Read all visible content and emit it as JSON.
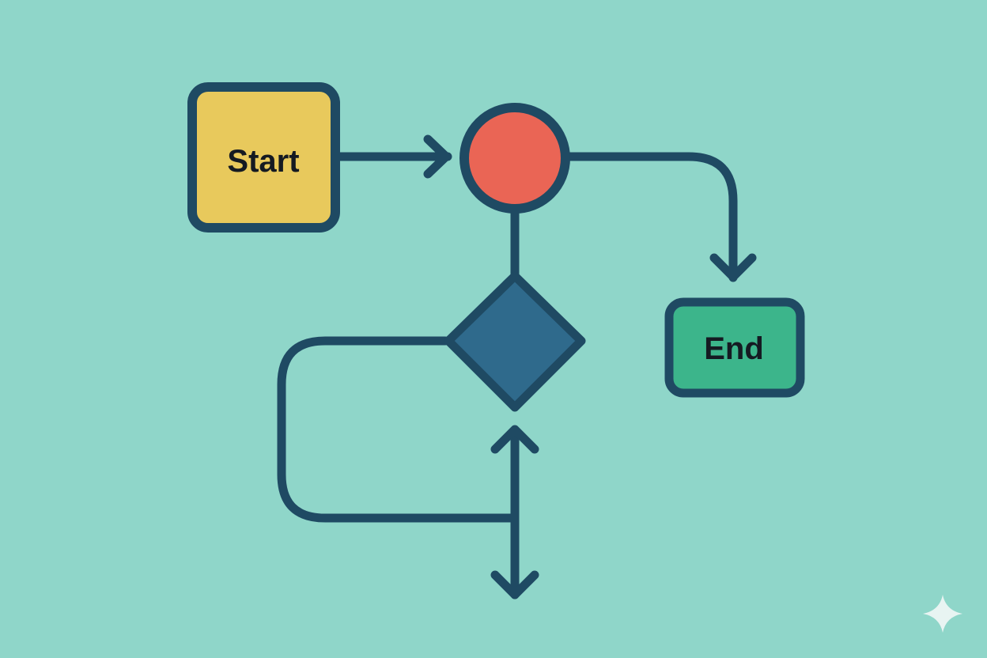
{
  "colors": {
    "background": "#8fd6c9",
    "stroke": "#1f4a63",
    "start_fill": "#e8c95c",
    "process_fill": "#ea6555",
    "decision_fill": "#2f6a8c",
    "end_fill": "#3cb58b",
    "watermark": "#f2f7f6"
  },
  "nodes": {
    "start": {
      "label": "Start",
      "shape": "rounded-square"
    },
    "process": {
      "shape": "circle"
    },
    "decision": {
      "shape": "diamond"
    },
    "end": {
      "label": "End",
      "shape": "rounded-rectangle"
    }
  },
  "watermark": {
    "icon": "sparkle-icon"
  }
}
